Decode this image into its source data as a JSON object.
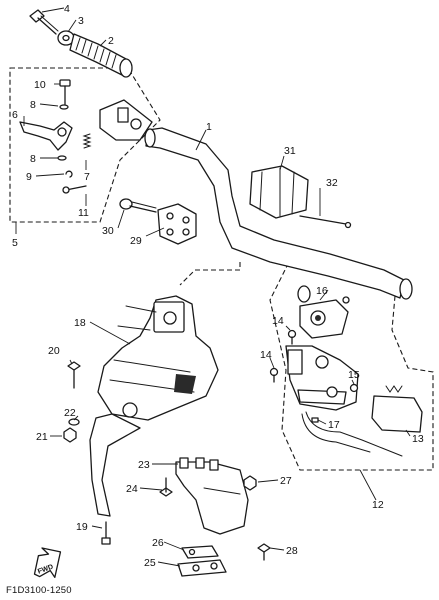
{
  "diagram_code": "F1D3100-1250",
  "fwd_label": "FWD",
  "callouts": {
    "c1": "1",
    "c2": "2",
    "c3": "3",
    "c4": "4",
    "c5": "5",
    "c6": "6",
    "c7": "7",
    "c8a": "8",
    "c8b": "8",
    "c9": "9",
    "c10": "10",
    "c11": "11",
    "c12": "12",
    "c13": "13",
    "c14a": "14",
    "c14b": "14",
    "c15": "15",
    "c16": "16",
    "c17": "17",
    "c18": "18",
    "c19": "19",
    "c20": "20",
    "c21": "21",
    "c22": "22",
    "c23": "23",
    "c24": "24",
    "c25": "25",
    "c26": "26",
    "c27": "27",
    "c28": "28",
    "c29": "29",
    "c30": "30",
    "c31": "31",
    "c32": "32"
  }
}
